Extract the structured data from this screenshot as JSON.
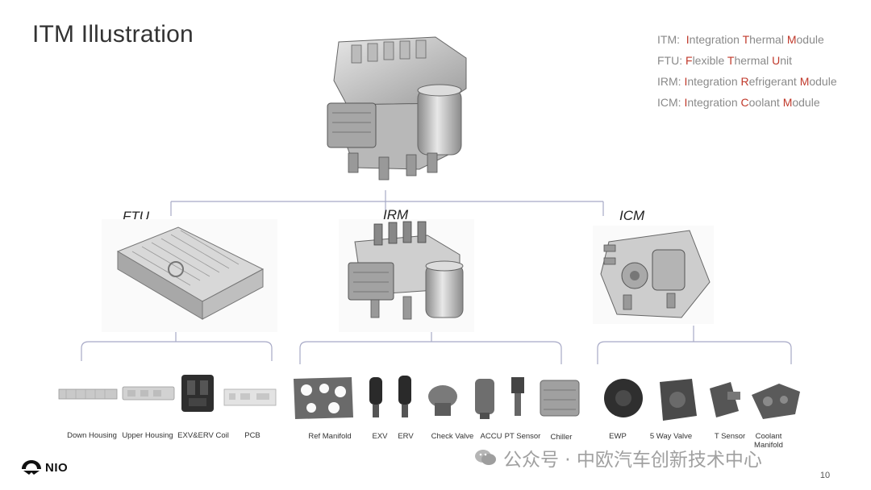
{
  "title": "ITM Illustration",
  "glossary": [
    {
      "abbr": "ITM:",
      "words": [
        [
          "I",
          "ntegration "
        ],
        [
          "T",
          "hermal "
        ],
        [
          "M",
          "odule"
        ]
      ]
    },
    {
      "abbr": "FTU:",
      "words": [
        [
          "F",
          "lexible "
        ],
        [
          "T",
          "hermal "
        ],
        [
          "U",
          "nit"
        ]
      ]
    },
    {
      "abbr": "IRM:",
      "words": [
        [
          "I",
          "ntegration "
        ],
        [
          "R",
          "efrigerant "
        ],
        [
          "M",
          "odule"
        ]
      ]
    },
    {
      "abbr": "ICM:",
      "words": [
        [
          "I",
          "ntegration "
        ],
        [
          "C",
          "oolant "
        ],
        [
          "M",
          "odule"
        ]
      ]
    }
  ],
  "modules": {
    "ftu": "FTU",
    "irm": "IRM",
    "icm": "ICM"
  },
  "parts": [
    "Down Housing",
    "Upper Housing",
    "EXV&ERV Coil",
    "PCB",
    "Ref Manifold",
    "EXV",
    "ERV",
    "Check Valve",
    "ACCU",
    "PT Sensor",
    "Chiller",
    "EWP",
    "5 Way Valve",
    "T Sensor",
    "Coolant Manifold"
  ],
  "logo": "NIO",
  "watermark": "公众号 · 中欧汽车创新技术中心",
  "page_number": "10",
  "colors": {
    "highlight": "#c0392b",
    "connector": "#a7a9c6",
    "text": "#333333",
    "muted": "#8a8a8a"
  }
}
